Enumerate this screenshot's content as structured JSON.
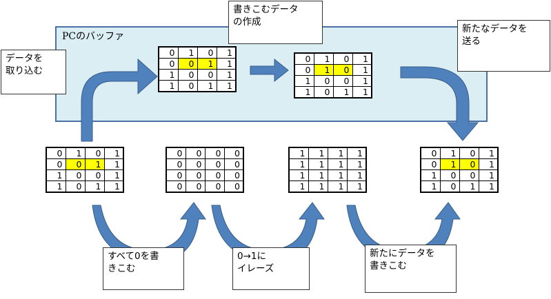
{
  "buffer_label": "PCのバッファ",
  "callouts": {
    "read": [
      "データを",
      "取り込む"
    ],
    "create": [
      "書きこむデータ",
      "の作成"
    ],
    "send": [
      "新たなデータを",
      "送る"
    ],
    "erase_zero": [
      "すべて0を書",
      "きこむ"
    ],
    "erase_one": [
      "0→1に",
      "イレーズ"
    ],
    "write_new": [
      "新たにデータを",
      "書きこむ"
    ]
  },
  "grids": {
    "buf1": {
      "rows": [
        [
          "0",
          "1",
          "0",
          "1"
        ],
        [
          "0",
          "0",
          "1",
          "1"
        ],
        [
          "1",
          "0",
          "0",
          "1"
        ],
        [
          "1",
          "0",
          "1",
          "1"
        ]
      ],
      "highlight": [
        [
          1,
          1
        ],
        [
          1,
          2
        ]
      ]
    },
    "buf2": {
      "rows": [
        [
          "0",
          "1",
          "0",
          "1"
        ],
        [
          "0",
          "1",
          "0",
          "1"
        ],
        [
          "1",
          "0",
          "0",
          "1"
        ],
        [
          "1",
          "0",
          "1",
          "1"
        ]
      ],
      "highlight": [
        [
          1,
          1
        ],
        [
          1,
          2
        ]
      ]
    },
    "dev1": {
      "rows": [
        [
          "0",
          "1",
          "0",
          "1"
        ],
        [
          "0",
          "0",
          "1",
          "1"
        ],
        [
          "1",
          "0",
          "0",
          "1"
        ],
        [
          "1",
          "0",
          "1",
          "1"
        ]
      ],
      "highlight": [
        [
          1,
          1
        ],
        [
          1,
          2
        ]
      ]
    },
    "dev2": {
      "rows": [
        [
          "0",
          "0",
          "0",
          "0"
        ],
        [
          "0",
          "0",
          "0",
          "0"
        ],
        [
          "0",
          "0",
          "0",
          "0"
        ],
        [
          "0",
          "0",
          "0",
          "0"
        ]
      ],
      "highlight": []
    },
    "dev3": {
      "rows": [
        [
          "1",
          "1",
          "1",
          "1"
        ],
        [
          "1",
          "1",
          "1",
          "1"
        ],
        [
          "1",
          "1",
          "1",
          "1"
        ],
        [
          "1",
          "1",
          "1",
          "1"
        ]
      ],
      "highlight": []
    },
    "dev4": {
      "rows": [
        [
          "0",
          "1",
          "0",
          "1"
        ],
        [
          "0",
          "1",
          "0",
          "1"
        ],
        [
          "1",
          "0",
          "0",
          "1"
        ],
        [
          "1",
          "0",
          "1",
          "1"
        ]
      ],
      "highlight": [
        [
          1,
          1
        ],
        [
          1,
          2
        ]
      ]
    }
  },
  "colors": {
    "arrow_fill": "#4f81bd",
    "arrow_stroke": "#385d8a",
    "buffer_fill": "#dbeef4",
    "highlight": "#ffff00"
  }
}
